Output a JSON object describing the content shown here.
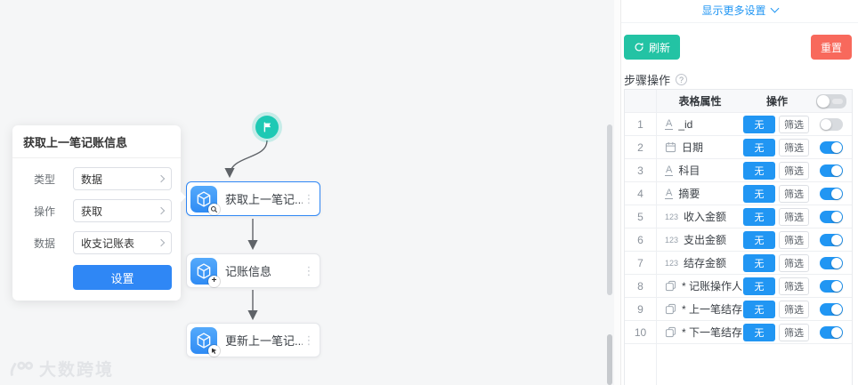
{
  "colors": {
    "accent": "#2196f3",
    "refresh_green": "#23c3a4",
    "reset_red": "#f8695c",
    "start_teal": "#1ec9b4",
    "node_blue": "#3d96f7"
  },
  "panel": {
    "show_more": "显示更多设置",
    "refresh": "刷新",
    "reset": "重置",
    "section_title": "步骤操作",
    "table": {
      "col_property": "表格属性",
      "col_operation": "操作",
      "btn_none": "无",
      "btn_filter": "筛选",
      "header_toggle": "off",
      "rows": [
        {
          "num": "1",
          "icon": "text",
          "name": "_id",
          "toggle": "off"
        },
        {
          "num": "2",
          "icon": "date",
          "name": "日期",
          "toggle": "on"
        },
        {
          "num": "3",
          "icon": "text",
          "name": "科目",
          "toggle": "on"
        },
        {
          "num": "4",
          "icon": "text",
          "name": "摘要",
          "toggle": "on"
        },
        {
          "num": "5",
          "icon": "number",
          "name": "收入金额",
          "toggle": "on"
        },
        {
          "num": "6",
          "icon": "number",
          "name": "支出金额",
          "toggle": "on"
        },
        {
          "num": "7",
          "icon": "number",
          "name": "结存金额",
          "toggle": "on"
        },
        {
          "num": "8",
          "icon": "relation",
          "name": "* 记账操作人",
          "toggle": "on"
        },
        {
          "num": "9",
          "icon": "relation",
          "name": "* 上一笔结存",
          "toggle": "on"
        },
        {
          "num": "10",
          "icon": "relation",
          "name": "* 下一笔结存",
          "toggle": "on"
        }
      ]
    }
  },
  "card": {
    "title": "获取上一笔记账信息",
    "fields": [
      {
        "label": "类型",
        "value": "数据"
      },
      {
        "label": "操作",
        "value": "获取"
      },
      {
        "label": "数据",
        "value": "收支记账表"
      }
    ],
    "submit": "设置"
  },
  "flow": {
    "nodes": [
      {
        "label": "获取上一笔记...",
        "badge": "search"
      },
      {
        "label": "记账信息",
        "badge": "plus"
      },
      {
        "label": "更新上一笔记...",
        "badge": "cursor"
      }
    ]
  },
  "watermark": "大数跨境"
}
